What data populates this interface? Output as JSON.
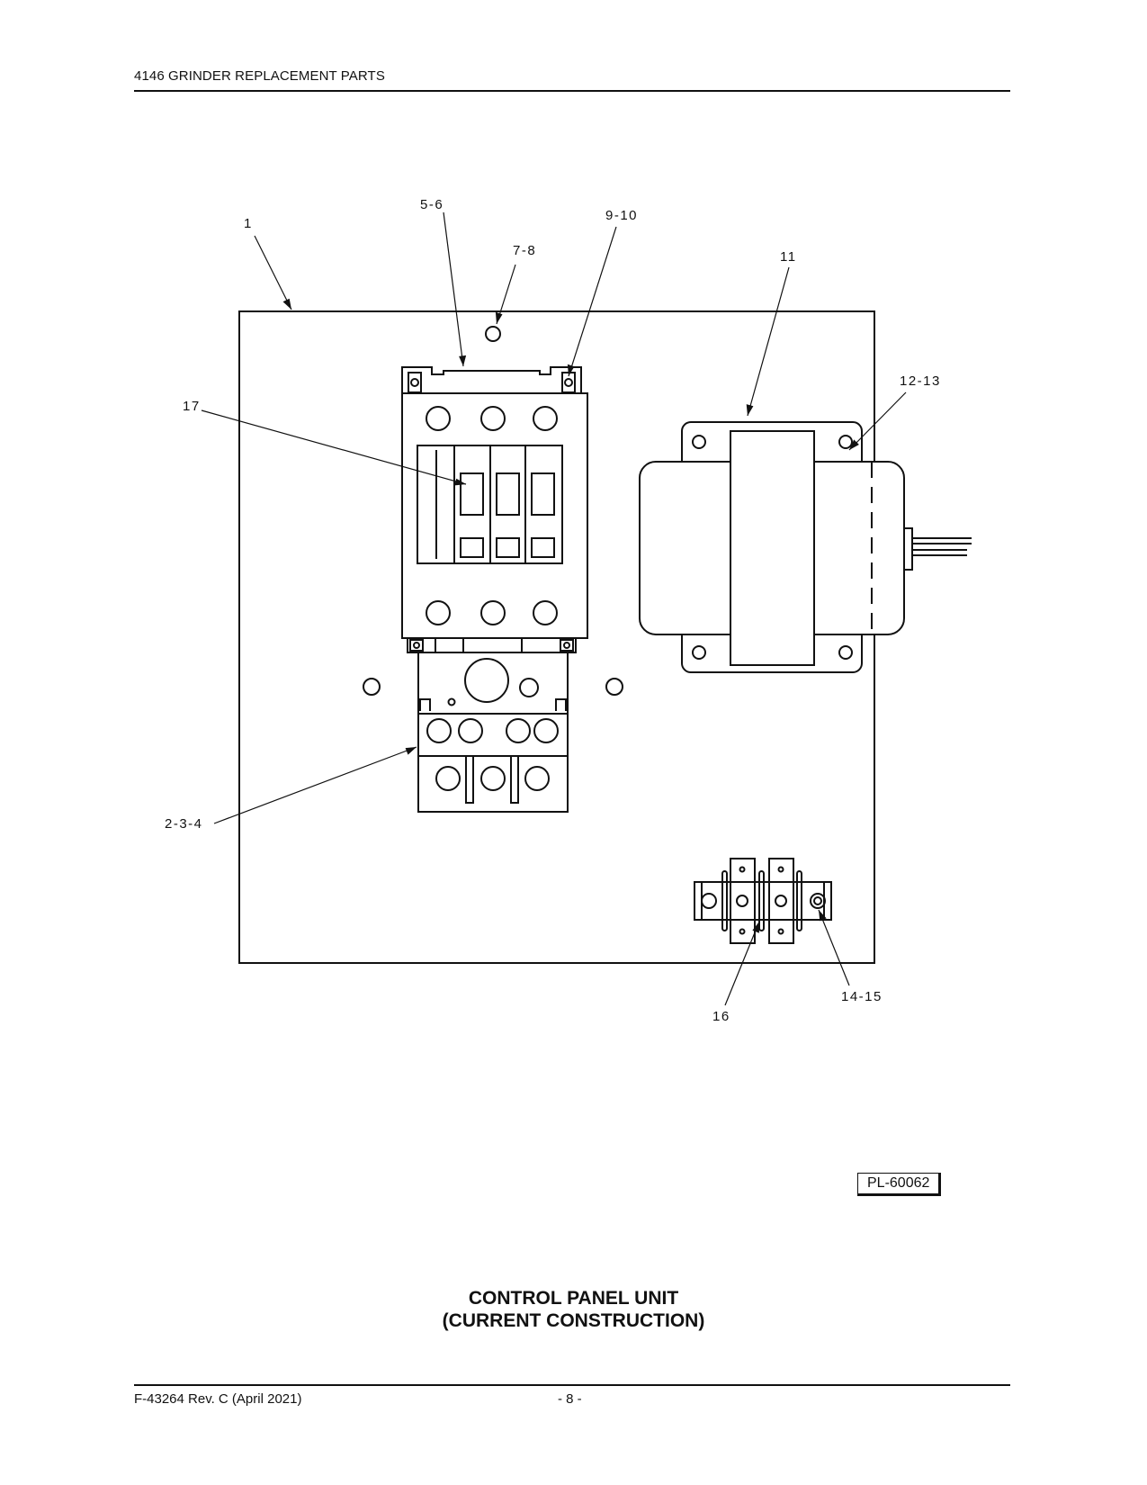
{
  "header": {
    "title": "4146 GRINDER REPLACEMENT PARTS"
  },
  "callouts": {
    "c1": "1",
    "c5_6": "5-6",
    "c9_10": "9-10",
    "c7_8": "7-8",
    "c11": "11",
    "c12_13": "12-13",
    "c17": "17",
    "c2_3_4": "2-3-4",
    "c16": "16",
    "c14_15": "14-15"
  },
  "plate_id": "PL-60062",
  "caption": {
    "line1": "CONTROL  PANEL  UNIT",
    "line2": "(CURRENT CONSTRUCTION)"
  },
  "footer": {
    "doc": "F-43264 Rev. C (April 2021)",
    "page": "- 8 -"
  }
}
